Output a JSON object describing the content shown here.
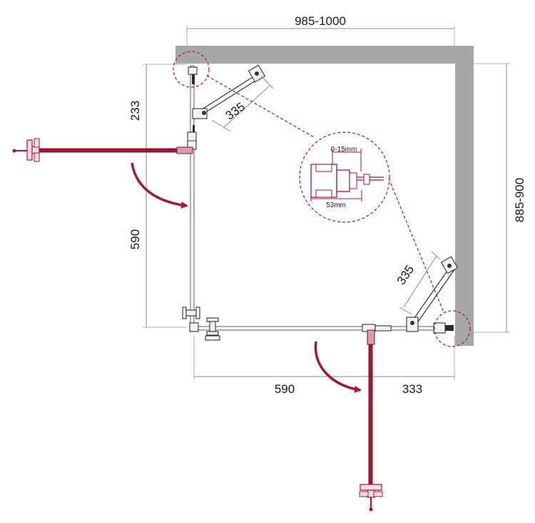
{
  "dimensions": {
    "top_width": "985-1000",
    "right_depth": "885-900",
    "left_upper": "233",
    "left_lower": "590",
    "bottom_left": "590",
    "bottom_right": "333",
    "bracket_top": "335",
    "bracket_right": "335"
  },
  "detail": {
    "adjustment": "0-15mm",
    "profile_width": "53mm"
  },
  "colors": {
    "wall": "#a7a7a9",
    "door_swing": "#a3183a",
    "callout": "#b0103a",
    "dimension_line": "#8a8a8a"
  }
}
